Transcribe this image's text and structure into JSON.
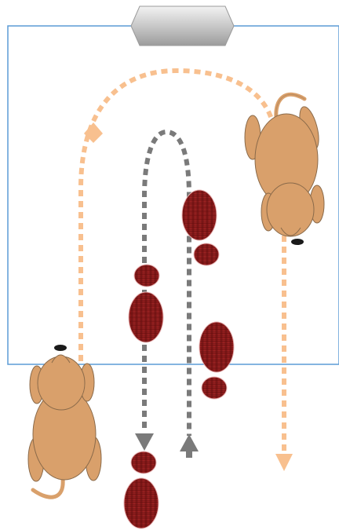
{
  "scene": {
    "description_label": "",
    "elements": {
      "room": "room-outline",
      "door": "door",
      "dog_top": "dog-top-right",
      "dog_bottom": "dog-bottom-left",
      "person_path": "person-walk-loop",
      "dog_path": "dog-walk-loop",
      "footprints": "footprints"
    }
  },
  "colors": {
    "room_border": "#5b9bd5",
    "door_light": "#e6e6e6",
    "door_dark": "#9f9f9f",
    "dog_body": "#d9a06b",
    "dog_outline": "#8a6a4a",
    "dog_nose": "#1a1a1a",
    "person_path": "#7a7a7a",
    "dog_path": "#f8c08f",
    "footprint_fill": "#8b1a1a",
    "footprint_stripe": "#a83232"
  },
  "icons": {
    "door": "door-icon",
    "dog": "dog-topview-icon",
    "shoe": "shoe-print-icon",
    "arrow": "arrow-head-icon"
  }
}
